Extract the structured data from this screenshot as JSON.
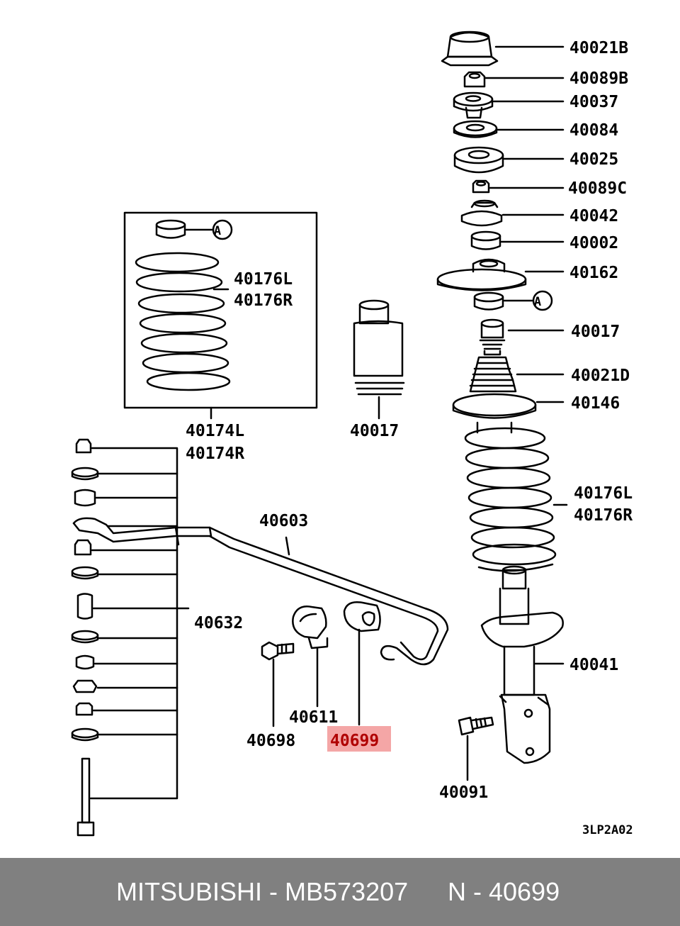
{
  "diagram": {
    "code": "3LP2A02",
    "highlight_color": "#f4a6a6",
    "callouts": {
      "p40021B": "40021B",
      "p40089B": "40089B",
      "p40037": "40037",
      "p40084": "40084",
      "p40025": "40025",
      "p40089C": "40089C",
      "p40042": "40042",
      "p40002": "40002",
      "p40162": "40162",
      "p40017_right": "40017",
      "p40021D": "40021D",
      "p40146": "40146",
      "p40176L_right": "40176L",
      "p40176R_right": "40176R",
      "p40041": "40041",
      "p40091": "40091",
      "p40176L_box": "40176L",
      "p40176R_box": "40176R",
      "p40174L": "40174L",
      "p40174R": "40174R",
      "p40017_center": "40017",
      "p40603": "40603",
      "p40632": "40632",
      "p40611": "40611",
      "p40698": "40698",
      "p40699": "40699",
      "ref_a": "A"
    }
  },
  "footer": {
    "brand_part": "MITSUBISHI - MB573207",
    "ref_part": "N - 40699",
    "background": "#808080"
  }
}
